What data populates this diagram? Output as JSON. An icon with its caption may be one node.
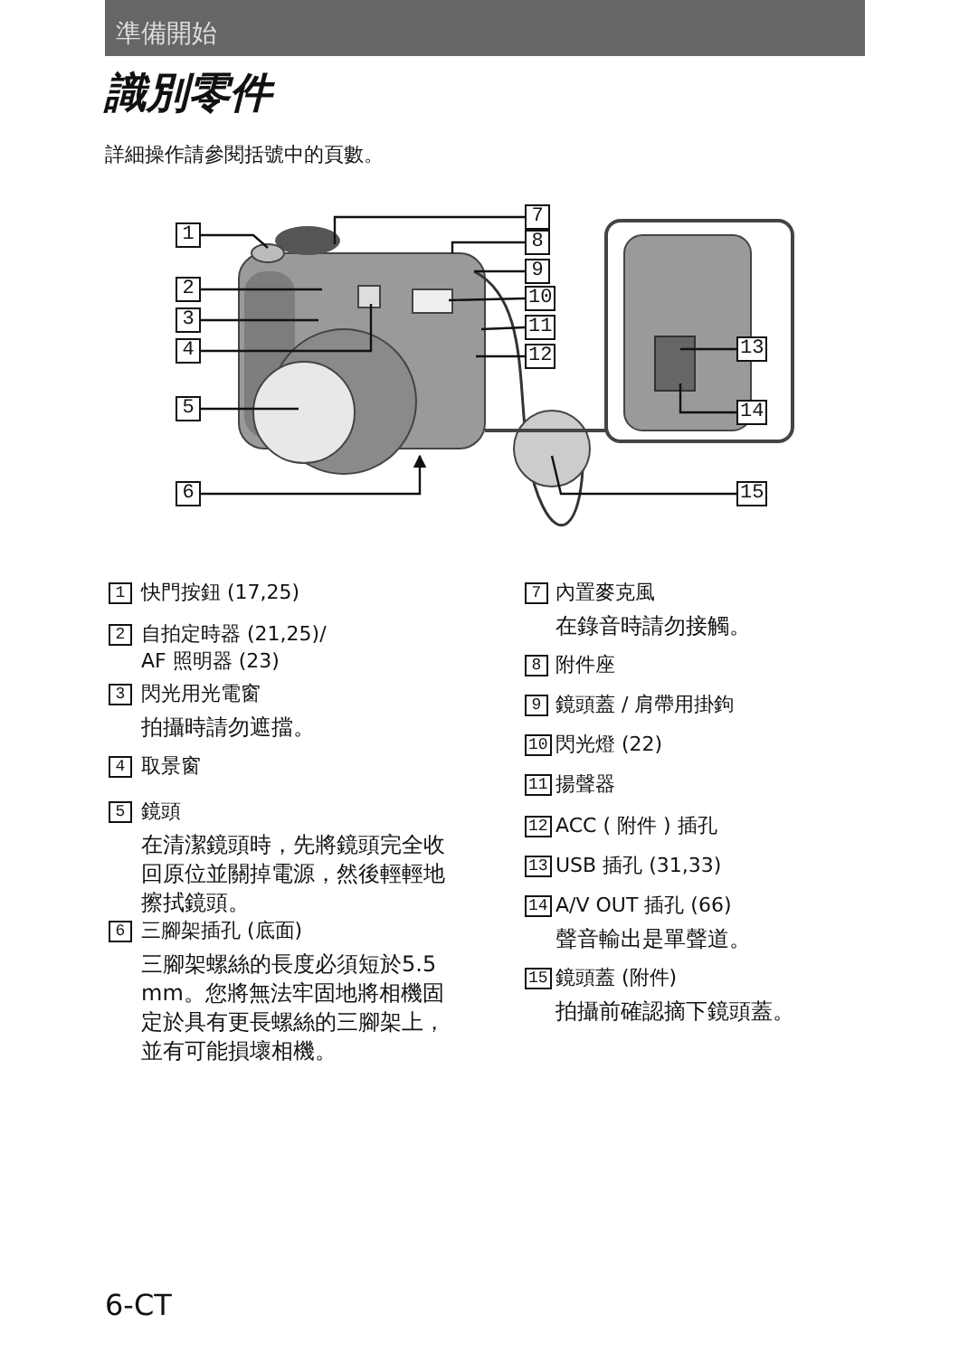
{
  "diagram": {
    "title": "識別零件",
    "nodes": [
      {
        "text": [
          "1"
        ]
      },
      {
        "text": [
          "2"
        ]
      },
      {
        "text": [
          "3"
        ]
      },
      {
        "text": [
          "4"
        ]
      },
      {
        "text": [
          "5"
        ]
      },
      {
        "text": [
          "6"
        ]
      },
      {
        "text": [
          "7"
        ]
      },
      {
        "text": [
          "8"
        ]
      },
      {
        "text": [
          "9"
        ]
      },
      {
        "text": [
          "10"
        ]
      },
      {
        "text": [
          "11"
        ]
      },
      {
        "text": [
          "12"
        ]
      },
      {
        "text": [
          "13"
        ]
      },
      {
        "text": [
          "14"
        ]
      },
      {
        "text": [
          "15"
        ]
      }
    ],
    "edges": [
      {
        "from": 0,
        "to": null,
        "arrow": "none"
      },
      {
        "from": 1,
        "to": null,
        "arrow": "none"
      },
      {
        "from": 2,
        "to": null,
        "arrow": "none"
      },
      {
        "from": 3,
        "to": null,
        "arrow": "none"
      },
      {
        "from": 4,
        "to": null,
        "arrow": "none"
      },
      {
        "from": 5,
        "to": null,
        "arrow": "to"
      },
      {
        "from": 6,
        "to": null,
        "arrow": "none"
      },
      {
        "from": 7,
        "to": null,
        "arrow": "none"
      },
      {
        "from": 8,
        "to": null,
        "arrow": "none"
      },
      {
        "from": 9,
        "to": null,
        "arrow": "none"
      },
      {
        "from": 10,
        "to": null,
        "arrow": "none"
      },
      {
        "from": 11,
        "to": null,
        "arrow": "none"
      },
      {
        "from": 12,
        "to": null,
        "arrow": "none"
      },
      {
        "from": 13,
        "to": null,
        "arrow": "none"
      },
      {
        "from": 14,
        "to": null,
        "arrow": "none"
      }
    ],
    "labels": [
      "準備開始",
      "詳細操作請參閱括號中的頁數。",
      "1",
      "快門按鈕 (17,25)",
      "2",
      "自拍定時器 (21,25)/ AF 照明器 (23)",
      "3",
      "閃光用光電窗",
      "拍攝時請勿遮擋。",
      "4",
      "取景窗",
      "5",
      "鏡頭",
      "在清潔鏡頭時，先將鏡頭完全收回原位並關掉電源，然後輕輕地擦拭鏡頭。",
      "6",
      "三腳架插孔 (底面)",
      "三腳架螺絲的長度必須短於5.5 mm。您將無法牢固地將相機固定於具有更長螺絲的三腳架上，並有可能損壞相機。",
      "7",
      "內置麥克風",
      "在錄音時請勿接觸。",
      "8",
      "附件座",
      "9",
      "鏡頭蓋 / 肩帶用掛鉤",
      "10",
      "閃光燈 (22)",
      "11",
      "揚聲器",
      "12",
      "ACC ( 附件 ) 插孔",
      "13",
      "USB 插孔 (31,33)",
      "14",
      "A/V OUT 插孔 (66)",
      "聲音輸出是單聲道。",
      "15",
      "鏡頭蓋 (附件)",
      "拍攝前確認摘下鏡頭蓋。",
      "6-CT"
    ]
  }
}
